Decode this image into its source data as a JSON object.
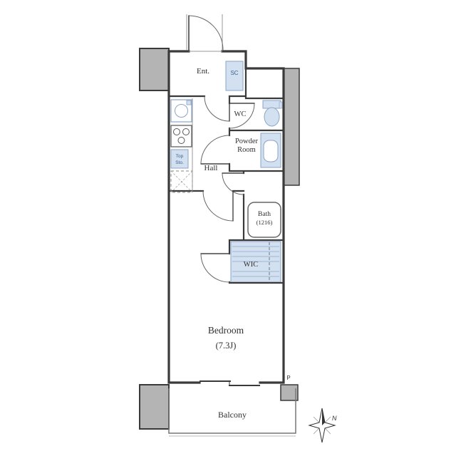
{
  "floorplan": {
    "rooms": {
      "entrance": "Ent.",
      "shoe_closet": "SC",
      "toilet": "WC",
      "powder_room": [
        "Powder",
        "Room"
      ],
      "hall": "Hall",
      "bath": [
        "Bath",
        "(1216)"
      ],
      "walk_in_closet": "WIC",
      "bedroom": [
        "Bedroom",
        "(7.3J)"
      ],
      "balcony": "Balcony"
    },
    "annotations": {
      "top_storage": [
        "Top",
        "Sto."
      ],
      "pipe_space": "P",
      "compass_north": "N"
    },
    "colors": {
      "wall": "#3a3a3a",
      "pillar_fill": "#b4b4b4",
      "fixture_fill": "#d3e0ef",
      "fixture_stroke": "#8aa5c8",
      "blue_text": "#3a5f96",
      "label_text": "#2f2f2f"
    }
  }
}
